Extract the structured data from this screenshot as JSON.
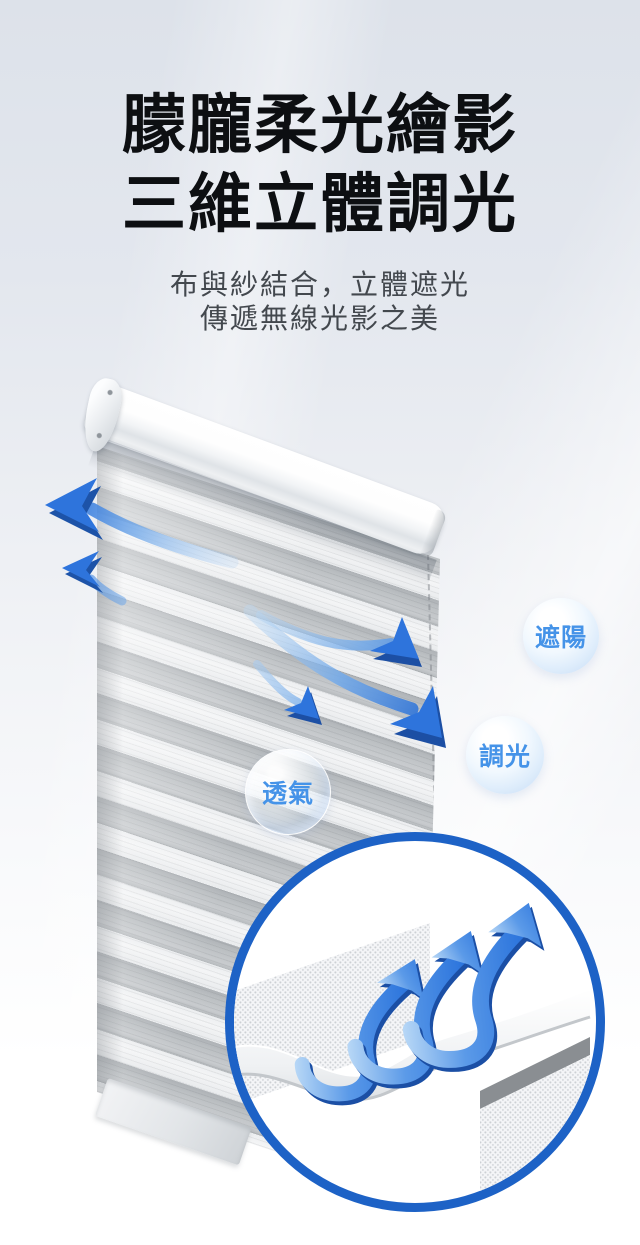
{
  "header": {
    "title_line1": "朦朧柔光繪影",
    "title_line2": "三維立體調光",
    "subtitle_line1": "布與紗結合，立體遮光",
    "subtitle_line2": "傳遞無線光影之美"
  },
  "feature_labels": {
    "shading": "遮陽",
    "dimming": "調光",
    "breathable": "透氣"
  },
  "icons": {
    "airflow_out_large": "arrow-up-left-icon",
    "airflow_out_small": "arrow-up-left-icon",
    "airflow_through_large": "arrow-down-right-icon",
    "airflow_through_medium": "arrow-down-right-icon",
    "airflow_through_small": "arrow-down-right-icon",
    "airflow_up_detail": "arrow-up-icon"
  },
  "colors": {
    "title_text": "#0d0f12",
    "subtitle_text": "#43484e",
    "label_blue": "#4593e8",
    "arrow_blue": "#2e74dc",
    "arrow_blue_dark": "#1d53a8",
    "inset_ring_blue": "#1d62c6",
    "background_top": "#dde2ea",
    "background_bottom": "#ffffff"
  }
}
